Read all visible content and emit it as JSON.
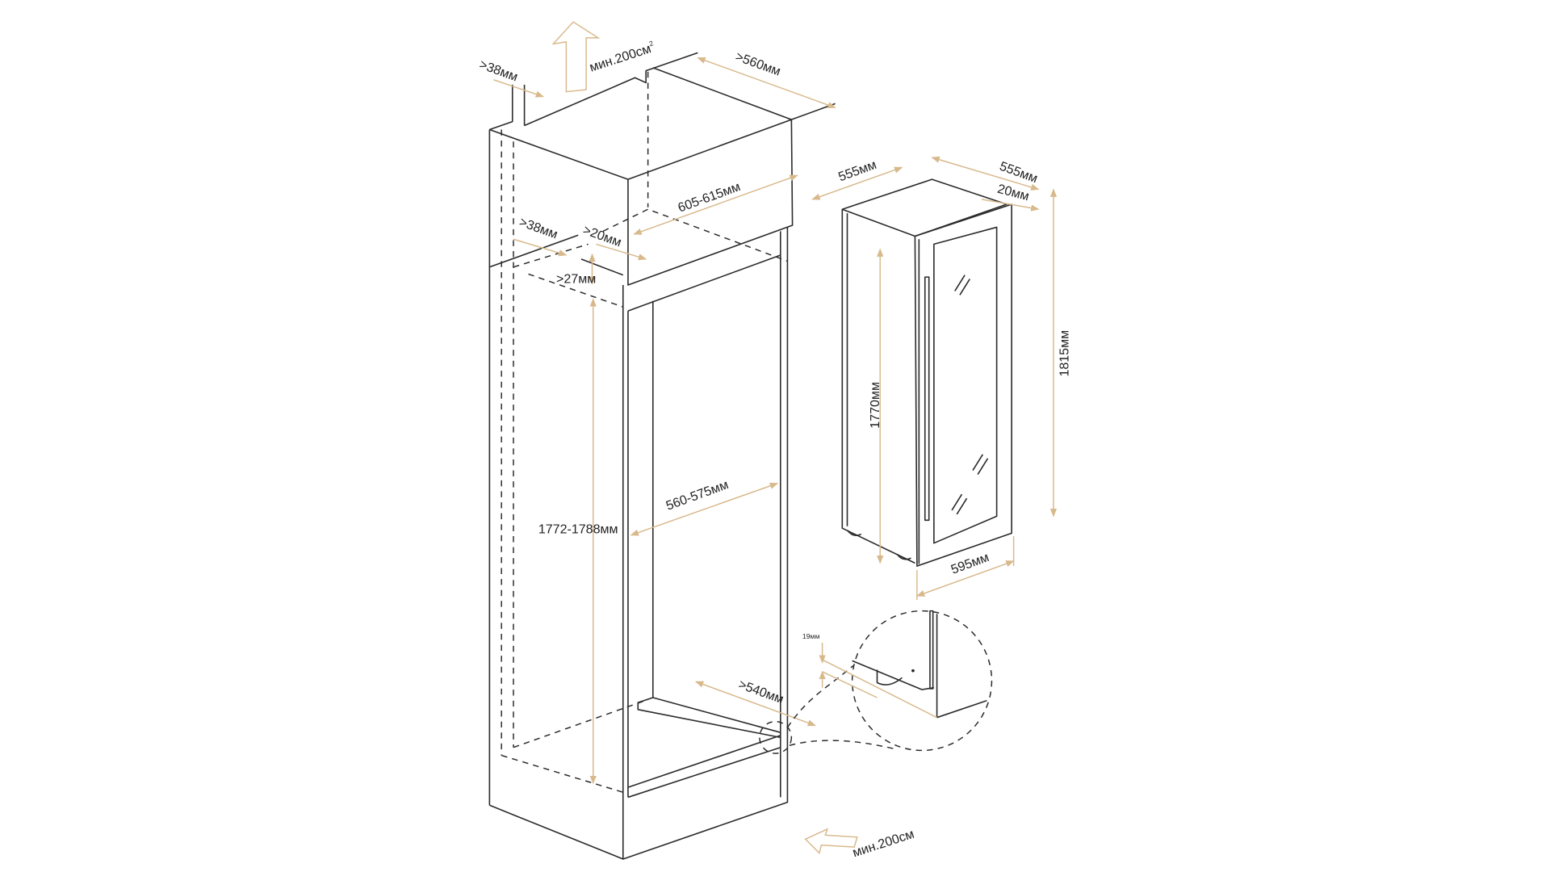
{
  "colors": {
    "line": "#2b2b2b",
    "dimension": "#d8b98c",
    "background": "#ffffff"
  },
  "labels": {
    "top_gap_left": ">38мм",
    "vent_top": "мин.200см",
    "vent_top_sup": "2",
    "depth_top": ">560мм",
    "width_top": "605-615мм",
    "side_gap": ">38мм",
    "front_gap": ">20мм",
    "top_gap": ">27мм",
    "niche_height": "1772-1788мм",
    "niche_width": "560-575мм",
    "niche_depth": ">540мм",
    "vent_bottom": "мин.200см"
  },
  "appliance": {
    "depth": "555мм",
    "width_top": "555мм",
    "door_offset": "20мм",
    "total_height": "1815мм",
    "body_height": "1770мм",
    "door_width": "595мм",
    "foot_gap": "19мм"
  }
}
